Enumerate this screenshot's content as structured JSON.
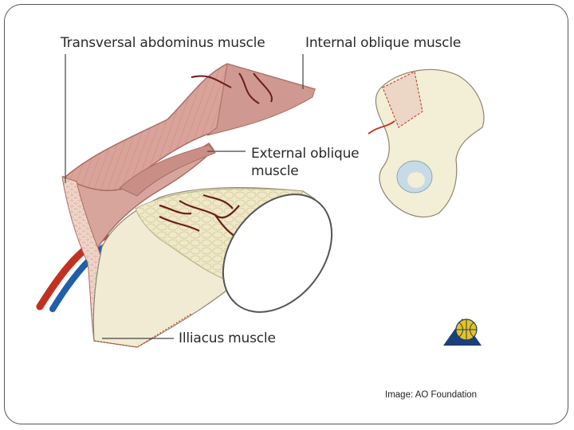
{
  "labels": {
    "transversal": "Transversal abdominus muscle",
    "internal": "Internal oblique muscle",
    "external_line1": "External oblique",
    "external_line2": "muscle",
    "iliacus": "Illiacus muscle"
  },
  "caption": "Image: AO Foundation",
  "logo_icon": "ao-foundation-globe-logo",
  "colors": {
    "muscle": "#d7a199",
    "muscle_dark": "#b97a72",
    "bone": "#f3eed6",
    "cancellous": "#ece7c6",
    "vessel_red": "#c2311f",
    "vessel_blue": "#1f5ea8",
    "leader_line": "#444444",
    "logo_blue": "#1c3f7a",
    "logo_yellow": "#e8c21a"
  }
}
